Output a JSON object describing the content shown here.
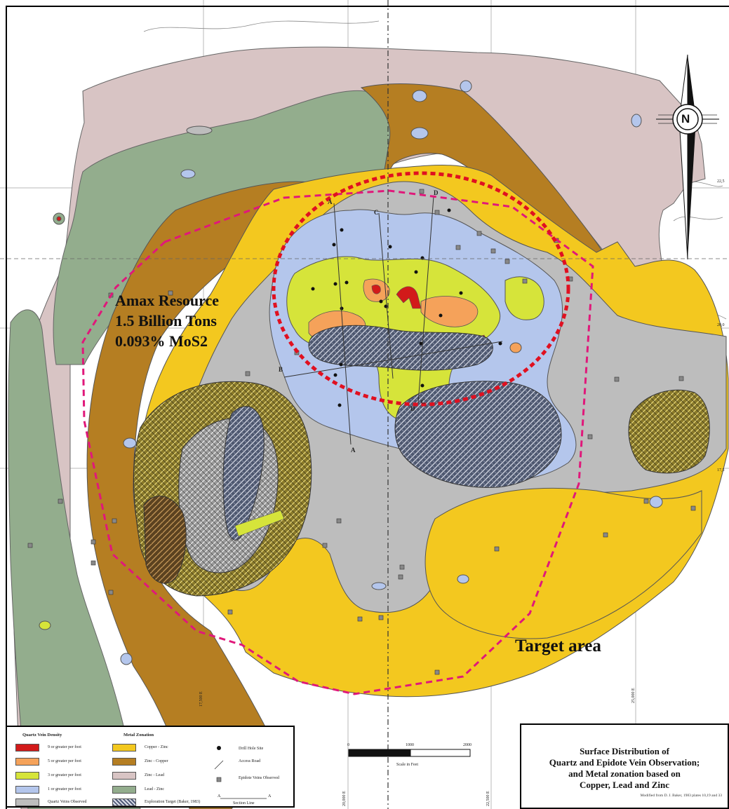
{
  "annotations": {
    "resource_text": "Amax Resource\n1.5 Billion Tons\n0.093% MoS2",
    "target_area": "Target area",
    "north": "N"
  },
  "section_letters": {
    "a": "A",
    "b": "B",
    "c": "C",
    "d": "D"
  },
  "grid_labels": {
    "n1": "22,5",
    "n2": "20,0",
    "n3": "17,5",
    "e1": "17,500 E",
    "e2": "20,000 E",
    "e3": "22,500 E",
    "e4": "25,000 E"
  },
  "title_box": {
    "title": "Surface Distribution of\nQuartz and Epidote Vein Observation;\nand Metal zonation based on\nCopper, Lead and Zinc",
    "credit": "Modified from D. J. Baker, 1983 plates 10,19 and 33"
  },
  "scale": {
    "v0": "0",
    "v1": "1000",
    "v2": "2000",
    "label": "Scale in Feet"
  },
  "legend": {
    "quartz_header": "Quartz Vein Density",
    "metal_header": "Metal Zonation",
    "quartz_items": [
      {
        "label": "9 or greater per foot",
        "color": "#d21a1a"
      },
      {
        "label": "5 or greater per foot",
        "color": "#f5a25a"
      },
      {
        "label": "3 or greater per foot",
        "color": "#d6e43a"
      },
      {
        "label": "1 or greater per foot",
        "color": "#b4c6ec"
      },
      {
        "label": "Quartz Veins Observed",
        "color": "#bdbdbd"
      }
    ],
    "metal_items": [
      {
        "label": "Copper - Zinc",
        "color": "#f3c81f"
      },
      {
        "label": "Zinc - Copper",
        "color": "#b57e22"
      },
      {
        "label": "Zinc - Lead",
        "color": "#d8c4c4"
      },
      {
        "label": "Lead - Zinc",
        "color": "#93ad8d"
      },
      {
        "label": "Exploration Target (Baker, 1983)",
        "color": "#505a78"
      }
    ],
    "symbol_items": [
      {
        "label": "Drill Hole Site"
      },
      {
        "label": "Access Road"
      },
      {
        "label": "Epidote Veins Observed"
      }
    ],
    "section_label": "Section Line"
  },
  "colors": {
    "zinc_lead": "#d8c4c4",
    "lead_zinc": "#93ad8d",
    "zinc_copper": "#b57e22",
    "copper_zinc": "#f3c81f",
    "quartz_observed": "#bdbdbd",
    "density_1": "#b4c6ec",
    "density_3": "#d6e43a",
    "density_5": "#f5a25a",
    "density_9": "#d21a1a",
    "target_outline": "#e0187a"
  }
}
